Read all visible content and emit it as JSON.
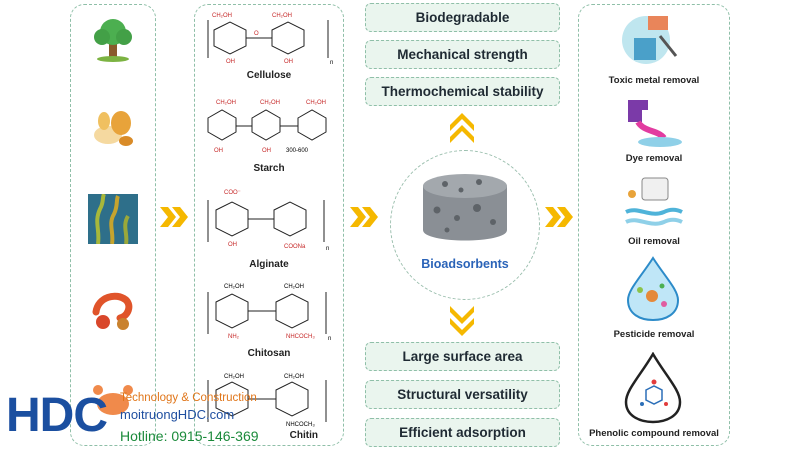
{
  "polysaccharides": [
    "Cellulose",
    "Starch",
    "Alginate",
    "Chitosan",
    "Chitin"
  ],
  "properties_top": [
    "Biodegradable",
    "Mechanical strength",
    "Thermochemical stability"
  ],
  "properties_bottom": [
    "Large surface area",
    "Structural versatility",
    "Efficient adsorption"
  ],
  "center_label": "Bioadsorbents",
  "applications": [
    "Toxic metal removal",
    "Dye removal",
    "Oil removal",
    "Pesticide removal",
    "Phenolic compound removal"
  ],
  "watermark": {
    "logo": "HDC",
    "tagline": "Technology & Construction",
    "website": "moitruongHDC.com",
    "hotline": "Hotline: 0915-146-369"
  },
  "colors": {
    "arrow": "#f5b800",
    "panel_border": "#8fbfa8",
    "property_fill": "#eaf5ee",
    "center_label": "#2a63b8",
    "logo_blue": "#1b4fa0",
    "hotline_green": "#1a8a3a",
    "tagline_orange": "#e0761a"
  }
}
